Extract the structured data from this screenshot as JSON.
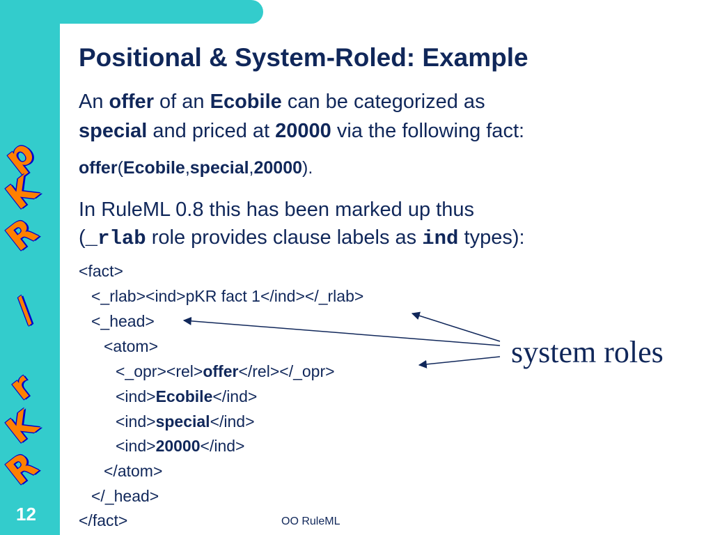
{
  "logo": {
    "letters": [
      "p",
      "K",
      "R",
      "/",
      "r",
      "K",
      "R"
    ]
  },
  "slide_number": "12",
  "title": "Positional & System-Roled: Example",
  "intro": {
    "l1_a": "An ",
    "l1_b": "offer",
    "l1_c": " of an ",
    "l1_d": "Ecobile",
    "l1_e": " can be categorized as",
    "l2_a": "special",
    "l2_b": " and priced at ",
    "l2_c": "20000",
    "l2_d": " via the following fact:"
  },
  "fact": {
    "pred": "offer",
    "p1": "(",
    "a1": "Ecobile",
    "c1": ",",
    "a2": "special",
    "c2": ",",
    "a3": "20000",
    "p2": ")."
  },
  "ruleml": {
    "l1": "In RuleML 0.8 this has been marked up thus",
    "l2_a": "(",
    "l2_b": "_rlab",
    "l2_c": " role provides clause labels as ",
    "l2_d": "ind",
    "l2_e": " types):"
  },
  "code": {
    "fact_open": "<fact>",
    "rlab": "<_rlab><ind>pKR fact 1</ind></_rlab>",
    "head_open": "<_head>",
    "atom_open": "<atom>",
    "opr_a": "<_opr><rel>",
    "opr_b": "offer",
    "opr_c": "</rel></_opr>",
    "ind1_a": "<ind>",
    "ind1_b": "Ecobile",
    "ind1_c": "</ind>",
    "ind2_a": "<ind>",
    "ind2_b": "special",
    "ind2_c": "</ind>",
    "ind3_a": "<ind>",
    "ind3_b": "20000",
    "ind3_c": "</ind>",
    "atom_close": "</atom>",
    "head_close": "</_head>",
    "fact_close": "</fact>"
  },
  "annotation": "system roles",
  "footer": "OO RuleML",
  "colors": {
    "side_band": "#33cccc",
    "text": "#10275a",
    "logo_fill": "#ff8000",
    "logo_outline": "#0000cc"
  }
}
